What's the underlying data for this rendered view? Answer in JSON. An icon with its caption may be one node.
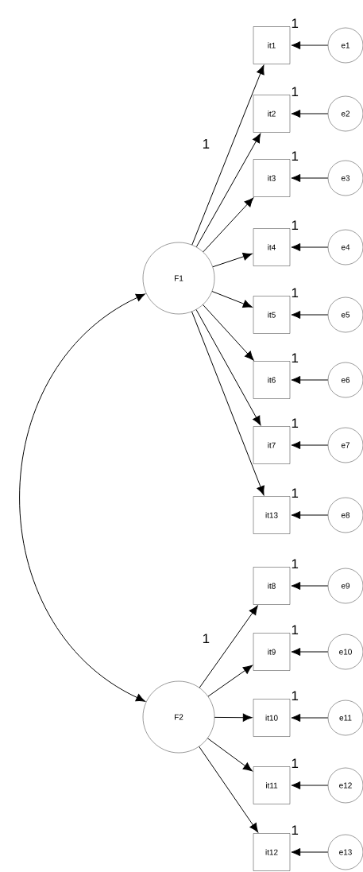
{
  "diagram": {
    "nodes": [
      {
        "text": [
          "it1"
        ]
      },
      {
        "text": [
          "it2"
        ]
      },
      {
        "text": [
          "it3"
        ]
      },
      {
        "text": [
          "it4"
        ]
      },
      {
        "text": [
          "it5"
        ]
      },
      {
        "text": [
          "it6"
        ]
      },
      {
        "text": [
          "it7"
        ]
      },
      {
        "text": [
          "it13"
        ]
      },
      {
        "text": [
          "it8"
        ]
      },
      {
        "text": [
          "it9"
        ]
      },
      {
        "text": [
          "it10"
        ]
      },
      {
        "text": [
          "it11"
        ]
      },
      {
        "text": [
          "it12"
        ]
      },
      {
        "text": [
          "e1"
        ]
      },
      {
        "text": [
          "e2"
        ]
      },
      {
        "text": [
          "e3"
        ]
      },
      {
        "text": [
          "e4"
        ]
      },
      {
        "text": [
          "e5"
        ]
      },
      {
        "text": [
          "e6"
        ]
      },
      {
        "text": [
          "e7"
        ]
      },
      {
        "text": [
          "e8"
        ]
      },
      {
        "text": [
          "e9"
        ]
      },
      {
        "text": [
          "e10"
        ]
      },
      {
        "text": [
          "e11"
        ]
      },
      {
        "text": [
          "e12"
        ]
      },
      {
        "text": [
          "e13"
        ]
      },
      {
        "text": [
          "F1"
        ]
      },
      {
        "text": [
          "F2"
        ]
      }
    ],
    "edges": [
      {
        "from": 26,
        "to": 0,
        "arrow": "to",
        "label": "1"
      },
      {
        "from": 26,
        "to": 1,
        "arrow": "to"
      },
      {
        "from": 26,
        "to": 2,
        "arrow": "to"
      },
      {
        "from": 26,
        "to": 3,
        "arrow": "to"
      },
      {
        "from": 26,
        "to": 4,
        "arrow": "to"
      },
      {
        "from": 26,
        "to": 5,
        "arrow": "to"
      },
      {
        "from": 26,
        "to": 6,
        "arrow": "to"
      },
      {
        "from": 26,
        "to": 7,
        "arrow": "to"
      },
      {
        "from": 27,
        "to": 8,
        "arrow": "to",
        "label": "1"
      },
      {
        "from": 27,
        "to": 9,
        "arrow": "to"
      },
      {
        "from": 27,
        "to": 10,
        "arrow": "to"
      },
      {
        "from": 27,
        "to": 11,
        "arrow": "to"
      },
      {
        "from": 27,
        "to": 12,
        "arrow": "to"
      },
      {
        "from": 13,
        "to": 0,
        "arrow": "to",
        "label": "1"
      },
      {
        "from": 14,
        "to": 1,
        "arrow": "to",
        "label": "1"
      },
      {
        "from": 15,
        "to": 2,
        "arrow": "to",
        "label": "1"
      },
      {
        "from": 16,
        "to": 3,
        "arrow": "to",
        "label": "1"
      },
      {
        "from": 17,
        "to": 4,
        "arrow": "to",
        "label": "1"
      },
      {
        "from": 18,
        "to": 5,
        "arrow": "to",
        "label": "1"
      },
      {
        "from": 19,
        "to": 6,
        "arrow": "to",
        "label": "1"
      },
      {
        "from": 20,
        "to": 7,
        "arrow": "to",
        "label": "1"
      },
      {
        "from": 21,
        "to": 8,
        "arrow": "to",
        "label": "1"
      },
      {
        "from": 22,
        "to": 9,
        "arrow": "to",
        "label": "1"
      },
      {
        "from": 23,
        "to": 10,
        "arrow": "to",
        "label": "1"
      },
      {
        "from": 24,
        "to": 11,
        "arrow": "to",
        "label": "1"
      },
      {
        "from": 25,
        "to": 12,
        "arrow": "to",
        "label": "1"
      },
      {
        "from": 26,
        "to": 27,
        "arrow": "both"
      }
    ]
  }
}
